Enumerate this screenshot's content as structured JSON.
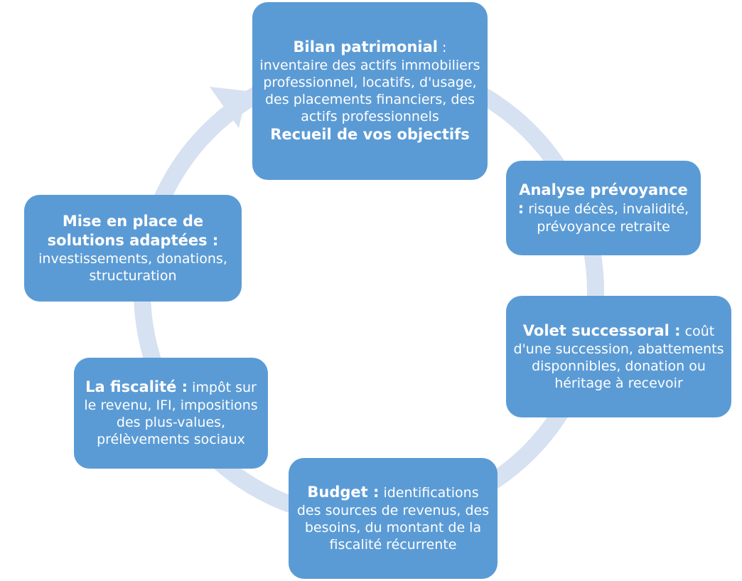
{
  "diagram": {
    "colors": {
      "node": "#5b9bd5",
      "ring": "#d6e1f1",
      "text": "#ffffff"
    },
    "nodes": {
      "bilan": {
        "title": "Bilan patrimonial",
        "sep": " :",
        "text": "inventaire des actifs immobiliers professionnel, locatifs, d'usage, des placements financiers, des actifs professionnels",
        "subtitle": "Recueil de vos objectifs"
      },
      "prevoyance": {
        "title": "Analyse prévoyance",
        "sep": " :",
        "text": " risque décès, invalidité, prévoyance retraite"
      },
      "successoral": {
        "title": "Volet successoral :",
        "text": " coût d'une succession, abattements disponnibles, donation ou héritage à recevoir"
      },
      "budget": {
        "title": "Budget :",
        "text": " identifications des sources de revenus, des besoins, du montant de la fiscalité récurrente"
      },
      "fiscalite": {
        "title": "La fiscalité :",
        "text": " impôt sur le revenu, IFI, impositions des plus-values, prélèvements sociaux"
      },
      "solutions": {
        "title": "Mise en place de solutions adaptées :",
        "text": "investissements, donations, structuration"
      }
    }
  }
}
